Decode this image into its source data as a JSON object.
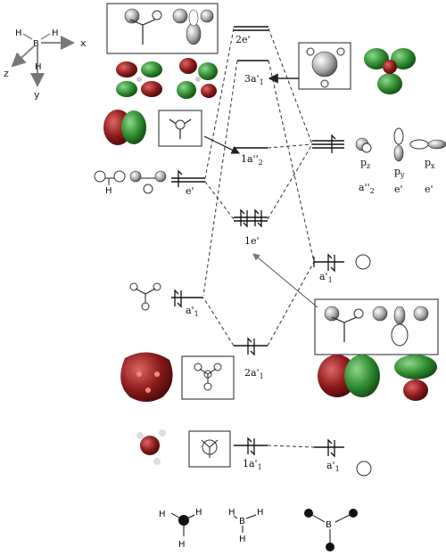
{
  "axes": {
    "b": "B",
    "h": "H",
    "x": "x",
    "y": "y",
    "z": "z"
  },
  "mo_levels": {
    "e2": "2e'",
    "a3": "3a'",
    "a3_sub": "1",
    "a2pp": "1a''",
    "a2pp_sub": "2",
    "e1": "1e'",
    "a2": "2a'",
    "a2_sub": "1",
    "a1": "1a'",
    "a1_sub": "1"
  },
  "boron_orbitals": {
    "pz": "p",
    "pz_sub": "z",
    "py": "p",
    "py_sub": "y",
    "px": "p",
    "px_sub": "x",
    "sym_a2": "a''",
    "sym_a2_sub": "2",
    "sym_e1": "e'",
    "sym_e2": "e'",
    "s2": "a'",
    "s2_sub": "1",
    "s1": "a'",
    "s1_sub": "1"
  },
  "hydrogen_salc": {
    "e": "e'",
    "a": "a'",
    "a_sub": "1"
  },
  "molecules": {
    "bh3_a": {
      "h1": "H",
      "h2": "H",
      "h3": "H"
    },
    "bh3_b": {
      "b": "B",
      "h1": "H",
      "h2": "H",
      "h3": "H"
    },
    "bh3_c": {
      "b": "B"
    }
  },
  "colors": {
    "lobe_red": "#8b1a1a",
    "lobe_green": "#2e8b2e",
    "level": "#111111"
  }
}
